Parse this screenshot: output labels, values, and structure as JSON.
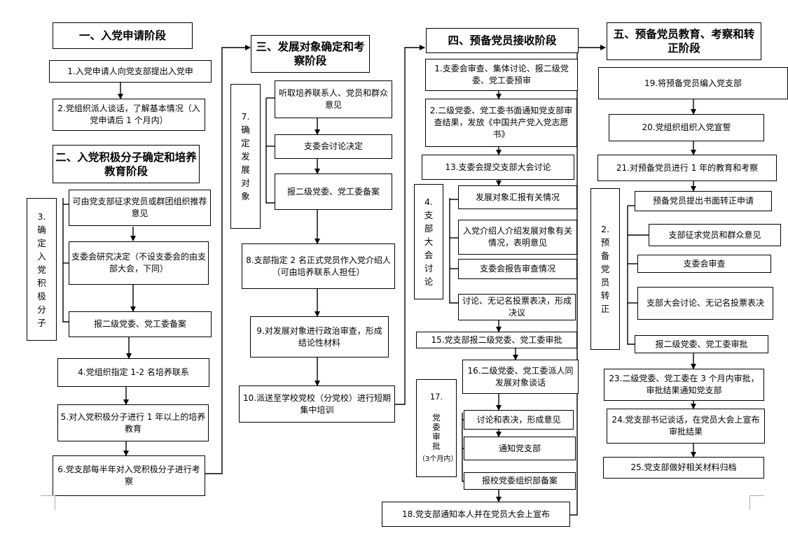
{
  "stage1": {
    "title": "一、入党申请阶段",
    "step1": "1.入党申请人向党支部提出入党申",
    "step2": "2.党组织派人谈话，了解基本情况（入党申请后 1 个月内）"
  },
  "stage2": {
    "title": "二、入党积极分子确定和培养教育阶段",
    "side_label": "3.确定入党积极分子",
    "sub1": "可由党支部征求党员或群团组织推荐意见",
    "sub2": "支委会研究决定（不设支委会的由支部大会，下同）",
    "sub3": "报二级党委、党工委备案",
    "step4": "4.党组织指定 1-2 名培养联系",
    "step5": "5.对入党积极分子进行 1 年以上的培养教育",
    "step6": "6.党支部每半年对入党积极分子进行考察"
  },
  "stage3": {
    "title": "三、发展对象确定和考察阶段",
    "side_label": "7.确定发展对象",
    "sub1": "听取培养联系人、党员和群众意见",
    "sub2": "支委会讨论决定",
    "sub3": "报二级党委、党工委备案",
    "step8": "8.支部指定 2 名正式党员作入党介绍人（可由培养联系人担任）",
    "step9": "9.对发展对象进行政治审查，形成结论性材料",
    "step10": "10.派送至学校党校（分党校）进行短期集中培训"
  },
  "stage4": {
    "title": "四、预备党员接收阶段",
    "step11": "1.支委会审查、集体讨论、报二级党委、党工委预审",
    "step12": "2.二级党委、党工委书面通知党支部审查结果，发放《中国共产党入党志愿书》",
    "step13": "13.支委会提交支部大会讨论",
    "side14": "4.支部大会讨论",
    "sub14_1": "发展对象汇报有关情况",
    "sub14_2": "入党介绍人介绍发展对象有关情况，表明意见",
    "sub14_3": "支委会报告审查情况",
    "sub14_4": "讨论、无记名投票表决，形成决议",
    "step15": "15.党支部报二级党委、党工委审批",
    "step16": "16.二级党委、党工委派人同发展对象谈话",
    "side17_num": "17.",
    "side17_text": "党委审批",
    "side17_note": "（3个月内）",
    "sub17_1": "讨论和表决，形成意见",
    "sub17_2": "通知党支部",
    "sub17_3": "报校党委组织部备案",
    "step18": "18.党支部通知本人并在党员大会上宣布"
  },
  "stage5": {
    "title": "五、预备党员教育、考察和转正阶段",
    "step19": "19.将预备党员编入党支部",
    "step20": "20.党组织组织入党宣誓",
    "step21": "21.对预备党员进行 1 年的教育和考察",
    "side22": "2.预备党员转正",
    "sub22_1": "预备党员提出书面转正申请",
    "sub22_2": "支部征求党员和群众意见",
    "sub22_3": "支委会审查",
    "sub22_4": "支部大会讨论、无记名投票表决",
    "sub22_5": "报二级党委、党工委审批",
    "step23": "23.二级党委、党工委在 3 个月内审批，审批结果通知党支部",
    "step24": "24.党支部书记谈话，在党员大会上宣布审批结果",
    "step25": "25.党支部做好相关材料归档"
  }
}
